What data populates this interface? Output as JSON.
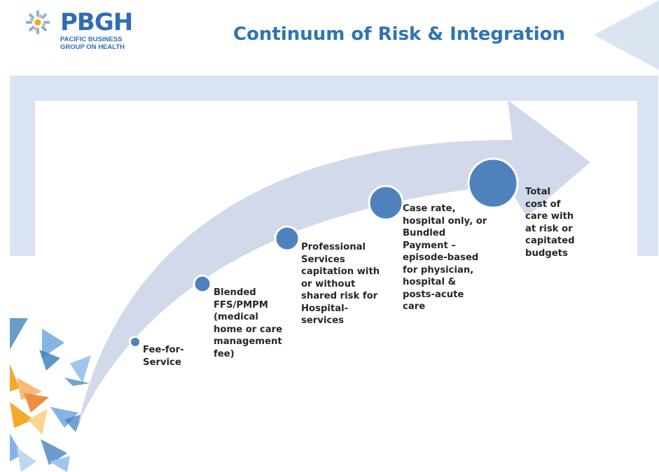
{
  "logo": {
    "word": "PBGH",
    "sub_line1": "PACIFIC BUSINESS",
    "sub_line2": "GROUP ON HEALTH"
  },
  "title": "Continuum of Risk & Integration",
  "stages": [
    {
      "label": "Fee-for-\nService"
    },
    {
      "label": "Blended\nFFS/PMPM\n(medical\nhome or care\nmanagement\nfee)"
    },
    {
      "label": "Professional\nServices\ncapitation with\nor without\nshared risk for\nHospital-\nservices"
    },
    {
      "label": "Case rate,\nhospital only, or\nBundled\nPayment –\nepisode-based\nfor physician,\nhospital &\nposts-acute\ncare"
    },
    {
      "label": "Total\ncost of\ncare with\nat risk or\ncapitated\nbudgets"
    }
  ],
  "colors": {
    "title": "#2e74b5",
    "frame": "#d9e3f2",
    "arrow": "#d1d9ea",
    "circle": "#4f81bd",
    "logo": "#2f6db6"
  }
}
